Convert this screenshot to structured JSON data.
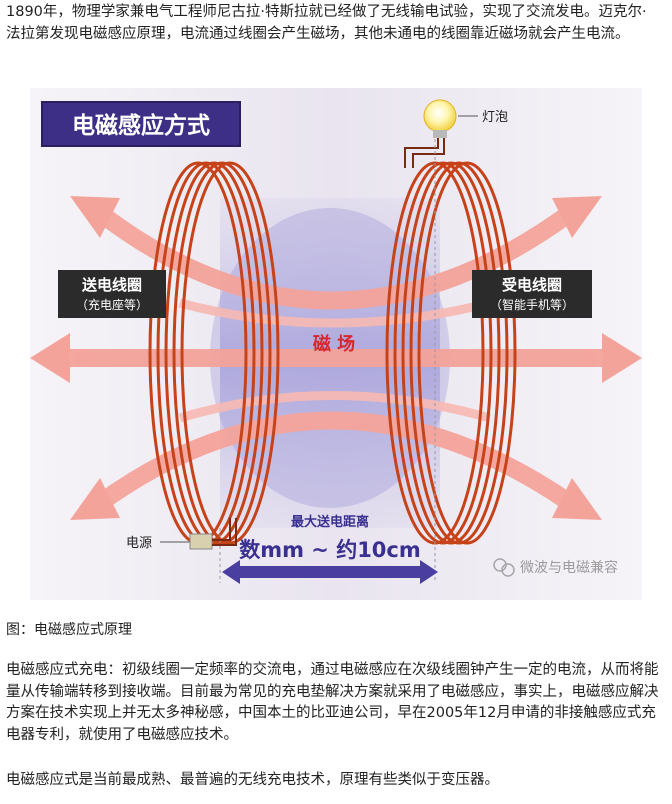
{
  "article": {
    "intro": "1890年，物理学家兼电气工程师尼古拉·特斯拉就已经做了无线输电试验，实现了交流发电。迈克尔·法拉第发现电磁感应原理，电流通过线圈会产生磁场，其他未通电的线圈靠近磁场就会产生电流。",
    "caption": "图：电磁感应式原理",
    "body": "电磁感应式充电：初级线圈一定频率的交流电，通过电磁感应在次级线圈钟产生一定的电流，从而将能量从传输端转移到接收端。目前最为常见的充电垫解决方案就采用了电磁感应，事实上，电磁感应解决方案在技术实现上并无太多神秘感，中国本土的比亚迪公司，早在2005年12月申请的非接触感应式充电器专利，就使用了电磁感应技术。",
    "closing": "电磁感应式是当前最成熟、最普遍的无线充电技术，原理有些类似于变压器。"
  },
  "figure": {
    "title": "电磁感应方式",
    "bulb_label": "灯泡",
    "transmit_coil": "送电线圈",
    "transmit_sub": "（充电座等）",
    "receive_coil": "受电线圈",
    "receive_sub": "（智能手机等）",
    "field_label": "磁  场",
    "power_label": "电源",
    "distance_title": "最大送电距离",
    "distance_value": "数mm ~ 约10cm",
    "watermark": "微波与电磁兼容"
  }
}
